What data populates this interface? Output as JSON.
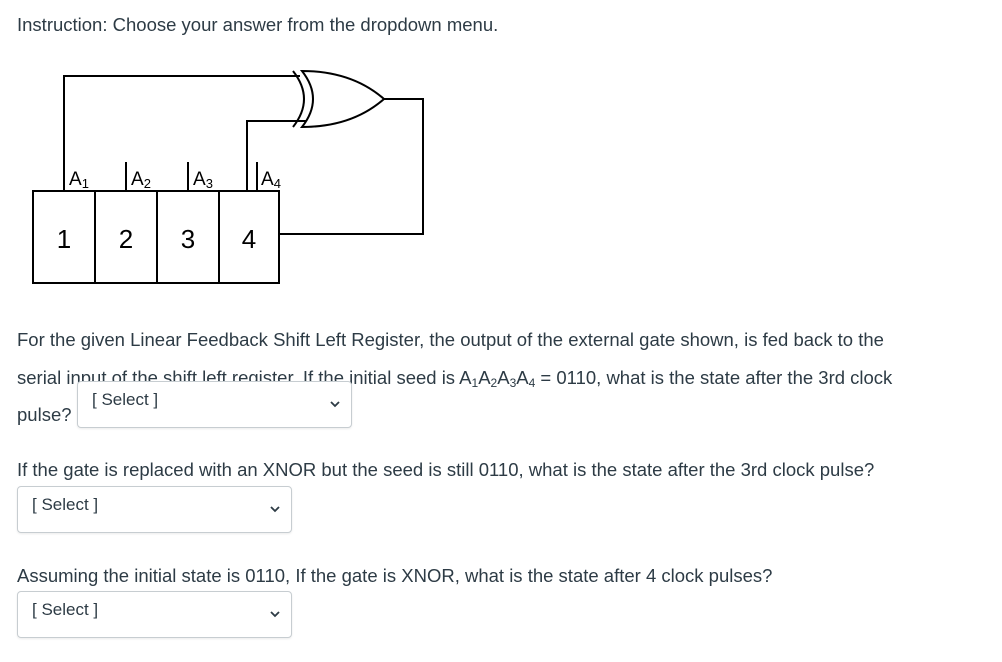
{
  "instruction": "Instruction: Choose your answer from the dropdown menu.",
  "diagram": {
    "cells": [
      "1",
      "2",
      "3",
      "4"
    ],
    "labels": [
      {
        "main": "A",
        "sub": "1"
      },
      {
        "main": "A",
        "sub": "2"
      },
      {
        "main": "A",
        "sub": "3"
      },
      {
        "main": "A",
        "sub": "4"
      }
    ]
  },
  "question1": {
    "line1": "For the given Linear Feedback Shift Left Register, the output of the external gate shown, is fed back to the",
    "line2_before": "serial input of the shift left register. If the initial seed is A",
    "sub1": "1",
    "a2": "A",
    "sub2": "2",
    "a3": "A",
    "sub3": "3",
    "a4": "A",
    "sub4": "4",
    "line2_after": " = 0110, what is the state after the 3rd clock",
    "line3": "pulse?",
    "select": "[ Select ]"
  },
  "question2": {
    "text": "If the gate is replaced with an XNOR but the seed is still 0110, what is the state after the 3rd clock pulse?",
    "select": "[ Select ]"
  },
  "question3": {
    "text": "Assuming the initial state is 0110, If the gate is  XNOR, what is the state after 4 clock pulses?",
    "select": "[ Select ]"
  }
}
